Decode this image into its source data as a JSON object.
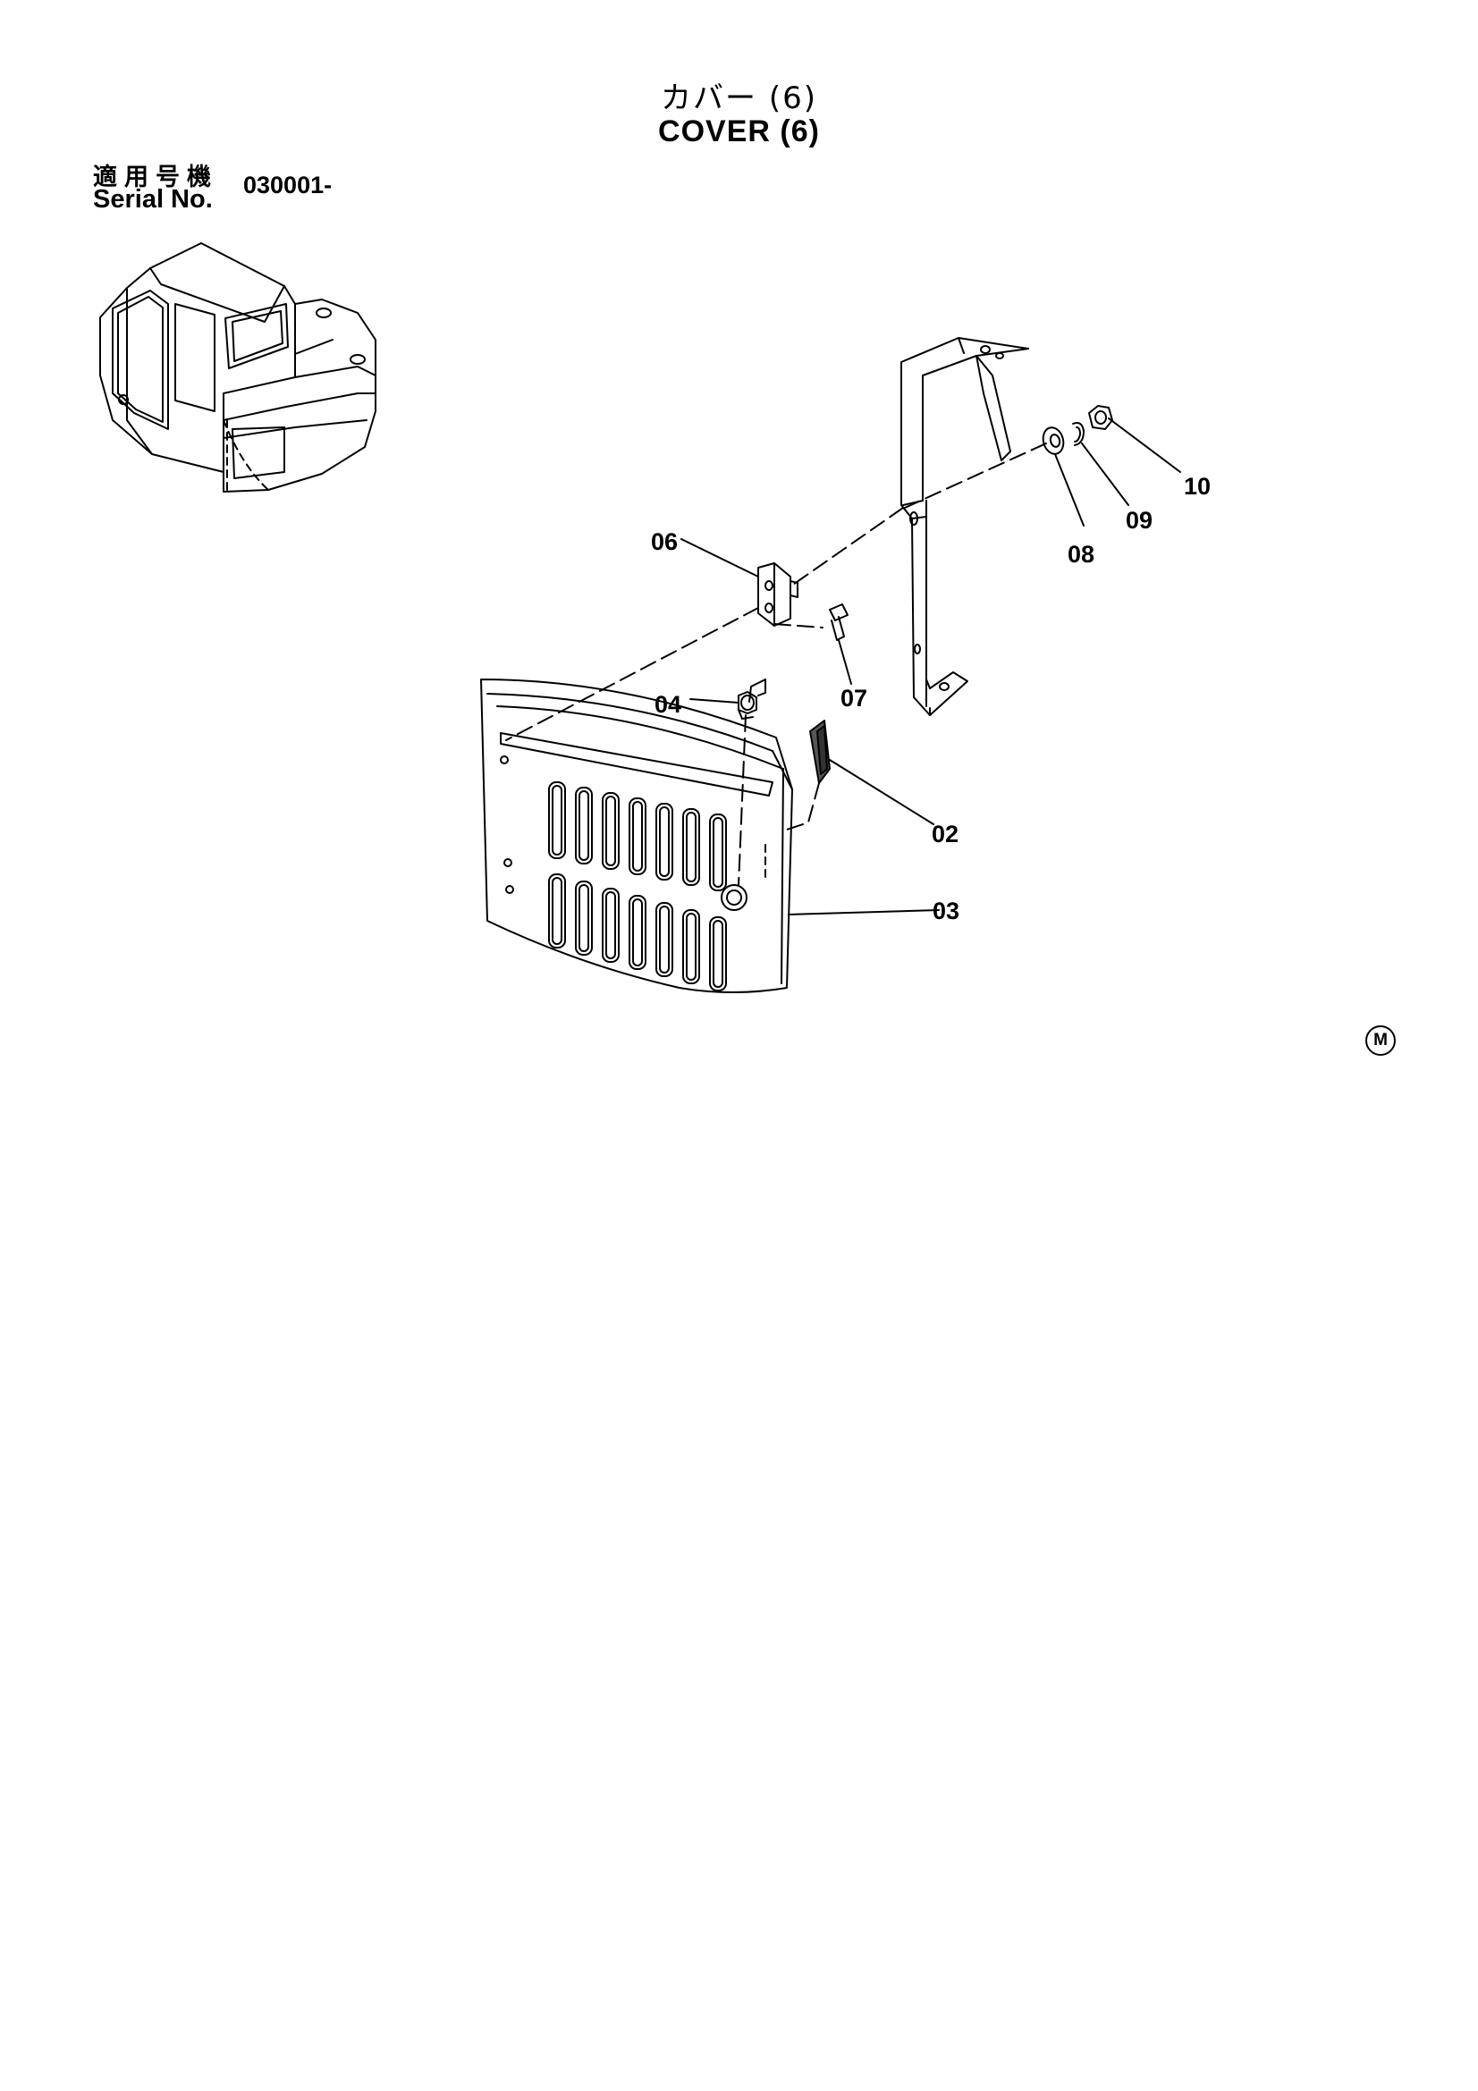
{
  "header": {
    "title_jp": "カバー (6)",
    "title_en": "COVER (6)"
  },
  "serial": {
    "label_jp": "適用号機",
    "label_en": "Serial No.",
    "value": "030001-"
  },
  "callouts": [
    "02",
    "03",
    "04",
    "06",
    "07",
    "08",
    "09",
    "10"
  ],
  "mark": "M"
}
